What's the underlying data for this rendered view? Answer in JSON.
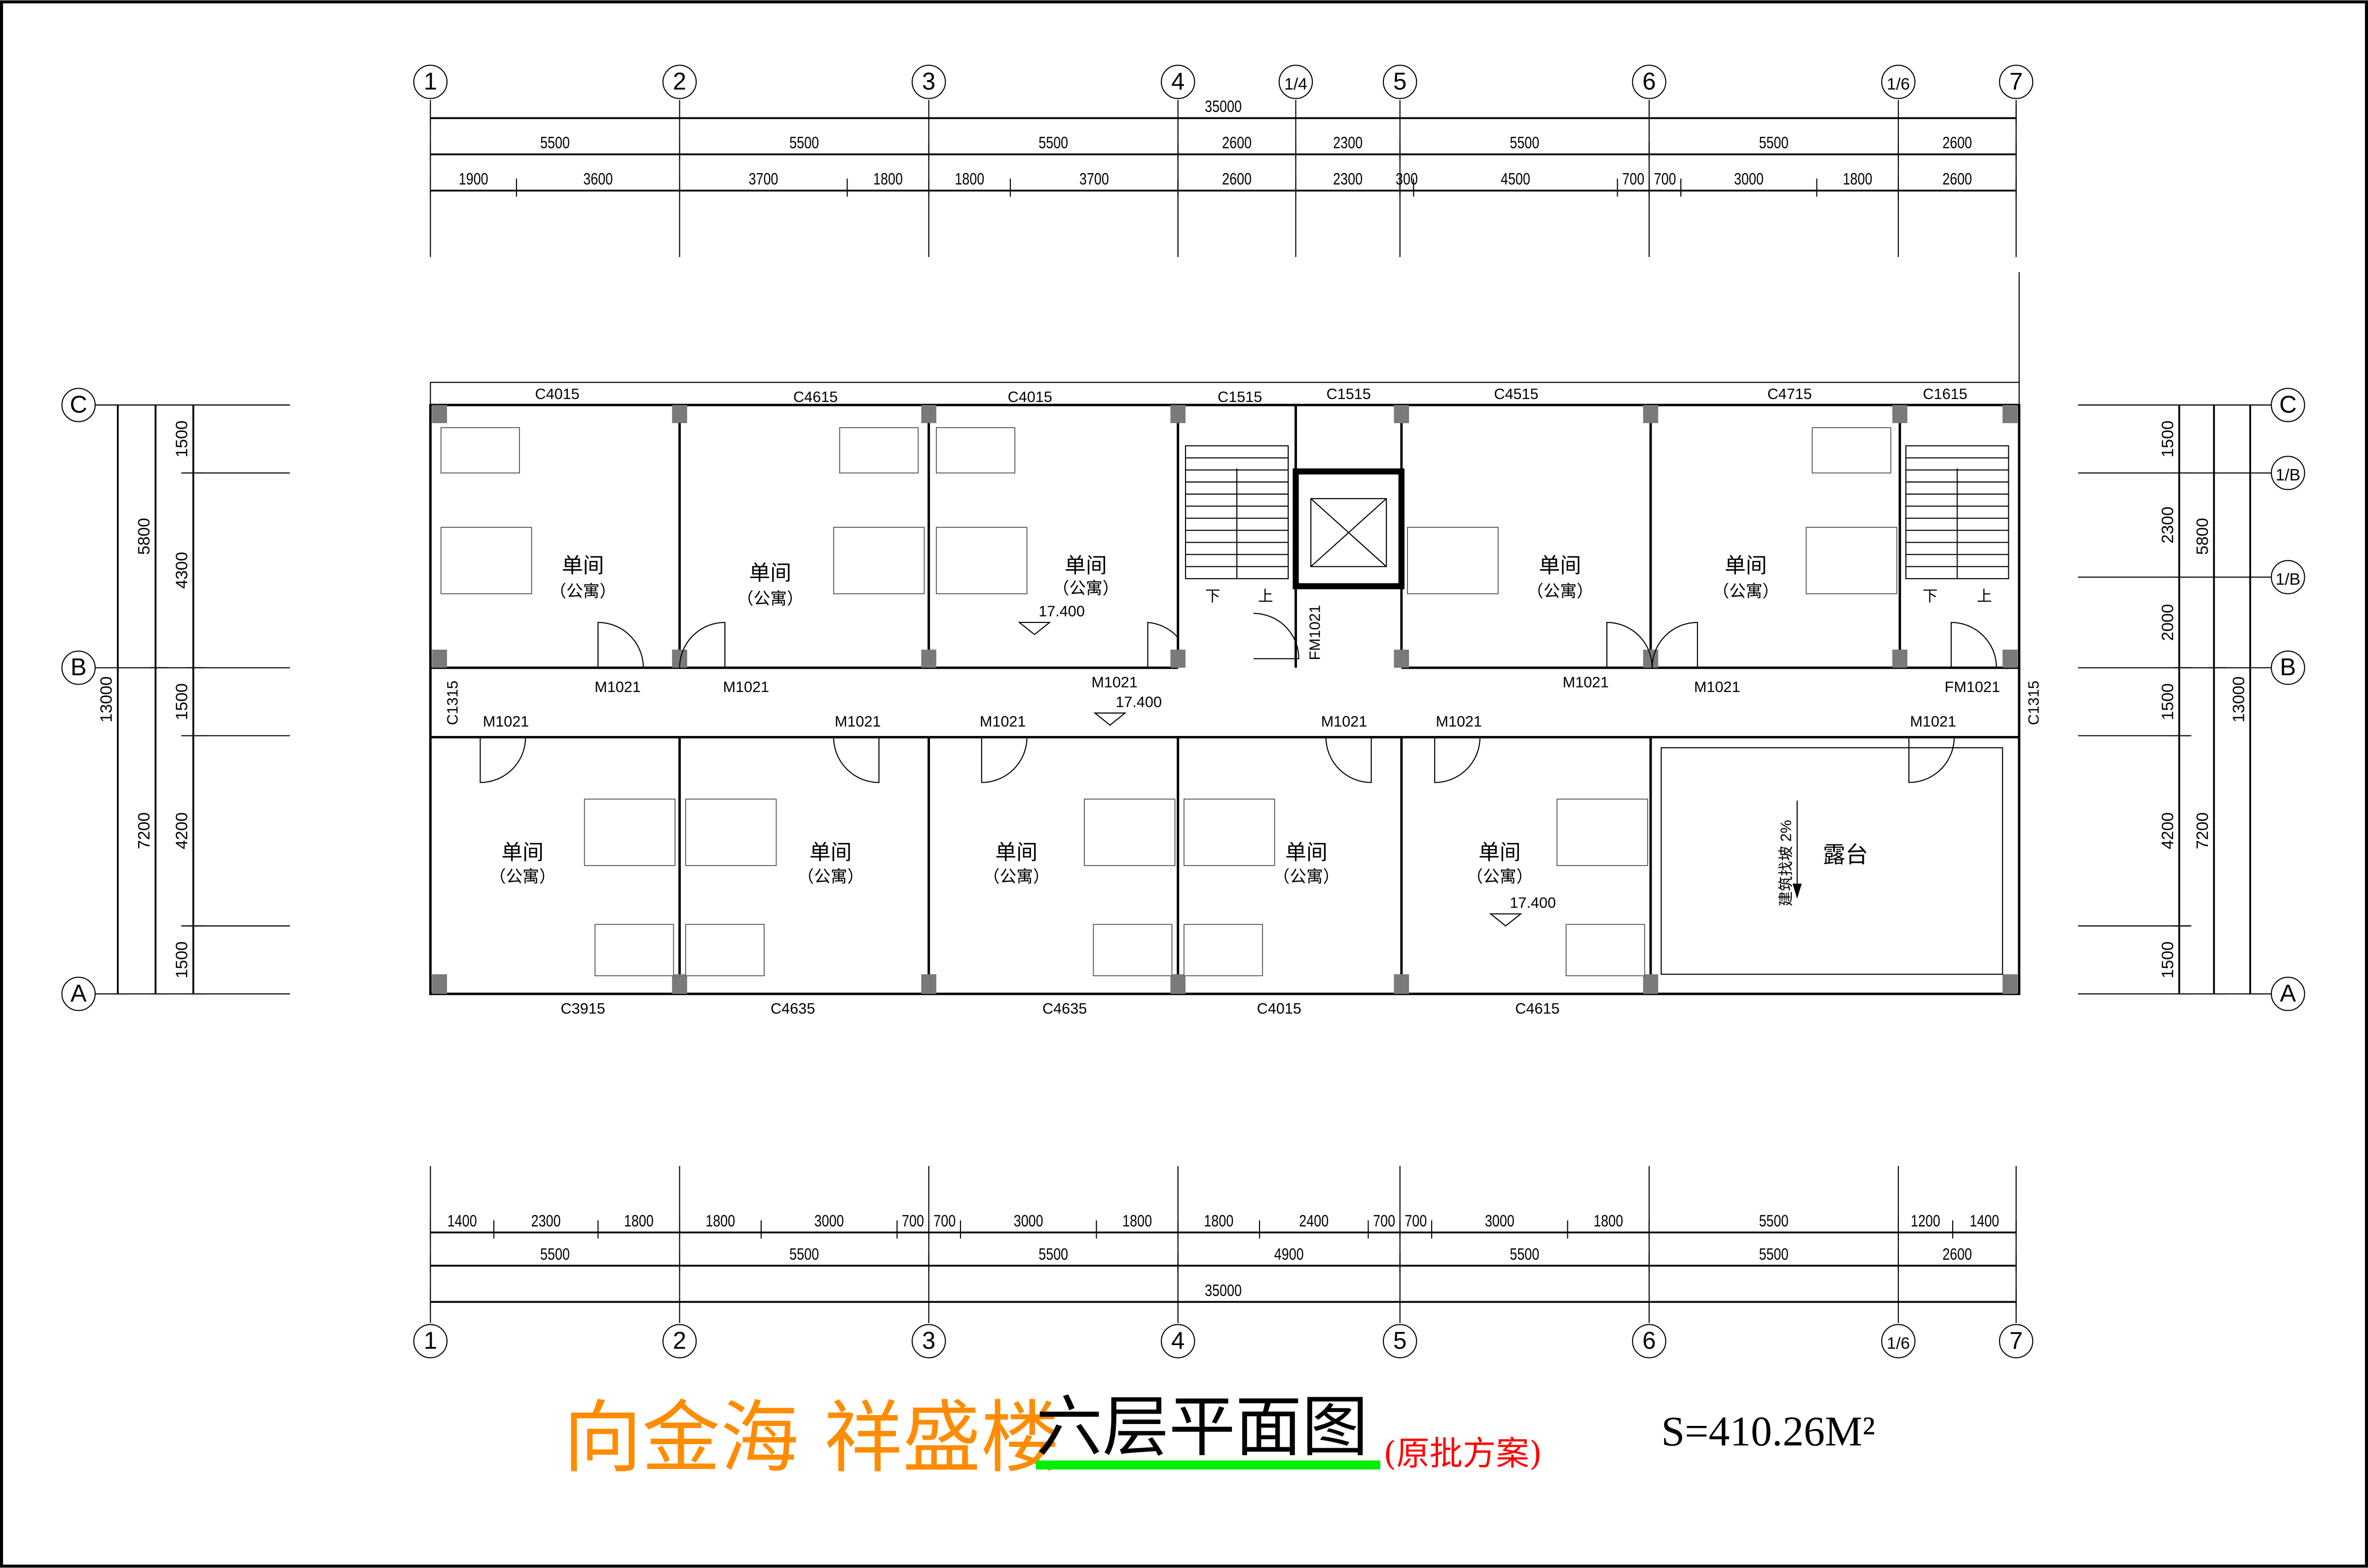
{
  "title": {
    "owner_building": "向金海  祥盛楼",
    "drawing_name": "六层平面图",
    "note": "(原批方案)",
    "area": "S=410.26M²",
    "colors": {
      "owner": "#ff8c00",
      "underline": "#00ee00",
      "note": "#ff0000"
    }
  },
  "axes": {
    "top": [
      {
        "label": "1",
        "mm": 0
      },
      {
        "label": "2",
        "mm": 5500
      },
      {
        "label": "3",
        "mm": 11000
      },
      {
        "label": "4",
        "mm": 16500
      },
      {
        "label": "1/4",
        "mm": 19100
      },
      {
        "label": "5",
        "mm": 21400
      },
      {
        "label": "6",
        "mm": 26900
      },
      {
        "label": "1/6",
        "mm": 32400
      },
      {
        "label": "7",
        "mm": 35000
      }
    ],
    "bottom": [
      {
        "label": "1",
        "mm": 0
      },
      {
        "label": "2",
        "mm": 5500
      },
      {
        "label": "3",
        "mm": 11000
      },
      {
        "label": "4",
        "mm": 16500
      },
      {
        "label": "5",
        "mm": 21400
      },
      {
        "label": "6",
        "mm": 26900
      },
      {
        "label": "1/6",
        "mm": 32400
      },
      {
        "label": "7",
        "mm": 35000
      }
    ],
    "left": [
      {
        "label": "C",
        "mm": 0
      },
      {
        "label": "B",
        "mm": 5800
      },
      {
        "label": "A",
        "mm": 13000
      }
    ],
    "right": [
      {
        "label": "C",
        "mm": 0
      },
      {
        "label": "1/B",
        "mm": 1500
      },
      {
        "label": "1/B",
        "mm": 3800
      },
      {
        "label": "B",
        "mm": 5800
      },
      {
        "label": "A",
        "mm": 13000
      }
    ]
  },
  "dimensions": {
    "top": [
      [
        "35000"
      ],
      [
        "5500",
        "5500",
        "5500",
        "2600",
        "2300",
        "5500",
        "5500",
        "2600"
      ],
      [
        "1900",
        "3600",
        "3700",
        "1800",
        "1800",
        "3700",
        "2600",
        "2300",
        "300",
        "4500",
        "700",
        "700",
        "3000",
        "1800",
        "2600"
      ]
    ],
    "bottom": [
      [
        "1400",
        "2300",
        "1800",
        "1800",
        "3000",
        "700",
        "700",
        "3000",
        "1800",
        "1800",
        "2400",
        "700",
        "700",
        "3000",
        "1800",
        "5500",
        "1200",
        "1400"
      ],
      [
        "5500",
        "5500",
        "5500",
        "4900",
        "5500",
        "5500",
        "2600"
      ],
      [
        "35000"
      ]
    ],
    "left": [
      [
        "13000"
      ],
      [
        "5800",
        "7200"
      ],
      [
        "1500",
        "4300",
        "1500",
        "4200",
        "1500"
      ]
    ],
    "right": [
      [
        "1500",
        "2300",
        "2000",
        "1500",
        "4200",
        "1500"
      ],
      [
        "5800",
        "7200"
      ],
      [
        "13000"
      ]
    ]
  },
  "rooms": [
    {
      "name": "单间",
      "type": "（公寓）"
    },
    {
      "name": "单间",
      "type": "（公寓）"
    },
    {
      "name": "单间",
      "type": "（公寓）"
    },
    {
      "name": "单间",
      "type": "（公寓）"
    },
    {
      "name": "单间",
      "type": "（公寓）"
    },
    {
      "name": "单间",
      "type": "（公寓）"
    },
    {
      "name": "单间",
      "type": "（公寓）"
    },
    {
      "name": "单间",
      "type": "（公寓）"
    },
    {
      "name": "单间",
      "type": "（公寓）"
    },
    {
      "name": "单间",
      "type": "（公寓）"
    }
  ],
  "terrace": {
    "name": "露台",
    "slope": "建筑找坡 2%"
  },
  "windows": {
    "top": [
      "C4015",
      "C4615",
      "C4015",
      "C1515",
      "C1515",
      "C4515",
      "C4715",
      "C1615"
    ],
    "bottom": [
      "C3915",
      "C4635",
      "C4635",
      "C4015",
      "C4615"
    ],
    "side": [
      "C1315",
      "C1315"
    ]
  },
  "doors": {
    "top": [
      "M1021",
      "M1021",
      "M1021",
      "M1021",
      "M1021",
      "FM1021"
    ],
    "bottom": [
      "M1021",
      "M1021",
      "M1021",
      "M1021",
      "M1021",
      "M1021"
    ],
    "stair": "FM1021"
  },
  "elevations": [
    "17.400",
    "17.400",
    "17.400"
  ],
  "stairs": {
    "down": "下",
    "up": "上"
  }
}
